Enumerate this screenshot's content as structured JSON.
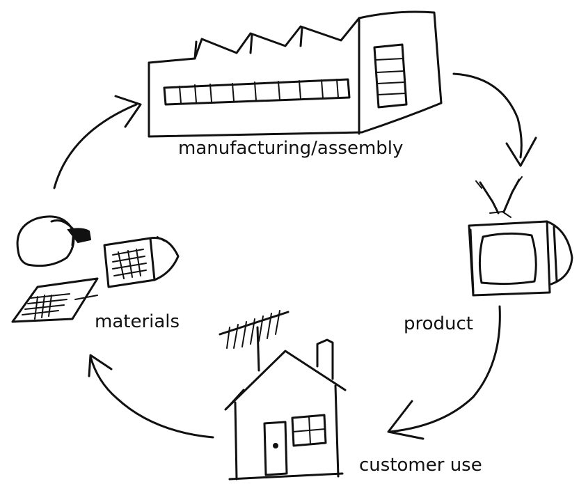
{
  "labels": {
    "manufacturing": "manufacturing/assembly",
    "product": "product",
    "customer_use": "customer use",
    "materials": "materials"
  },
  "icons": {
    "factory": "factory-icon",
    "television": "television-icon",
    "house": "house-icon",
    "materials": "raw-materials-icon"
  },
  "colors": {
    "ink": "#111111",
    "background": "#ffffff"
  }
}
